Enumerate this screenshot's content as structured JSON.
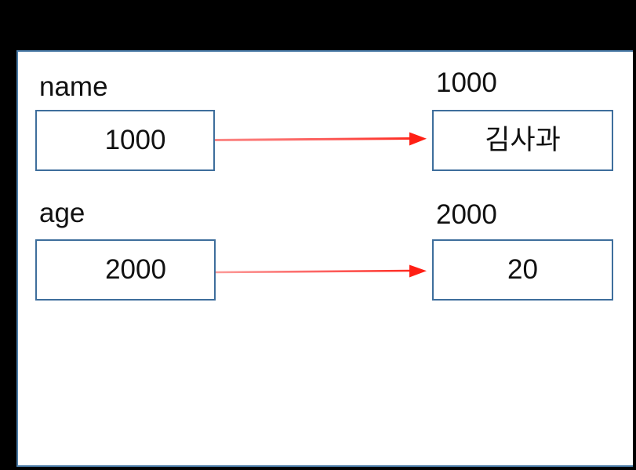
{
  "slide": {
    "background_color": "#000000",
    "panel_background": "#FFFFFF",
    "panel_border_color": "#4A7BA7"
  },
  "theme": {
    "box_border_color": "#3E6E9C",
    "arrow_color": "#FF3B30",
    "arrow_tail_color": "#FA7A78",
    "text_color": "#111111"
  },
  "diagram": {
    "type": "pointer-reference-diagram",
    "rows": [
      {
        "variable_label": "name",
        "pointer_value": "1000",
        "address_label": "1000",
        "target_value": "김사과",
        "arrow": {
          "from": "pointer-box-name",
          "to": "value-box-1000"
        }
      },
      {
        "variable_label": "age",
        "pointer_value": "2000",
        "address_label": "2000",
        "target_value": "20",
        "arrow": {
          "from": "pointer-box-age",
          "to": "value-box-2000"
        }
      }
    ]
  }
}
